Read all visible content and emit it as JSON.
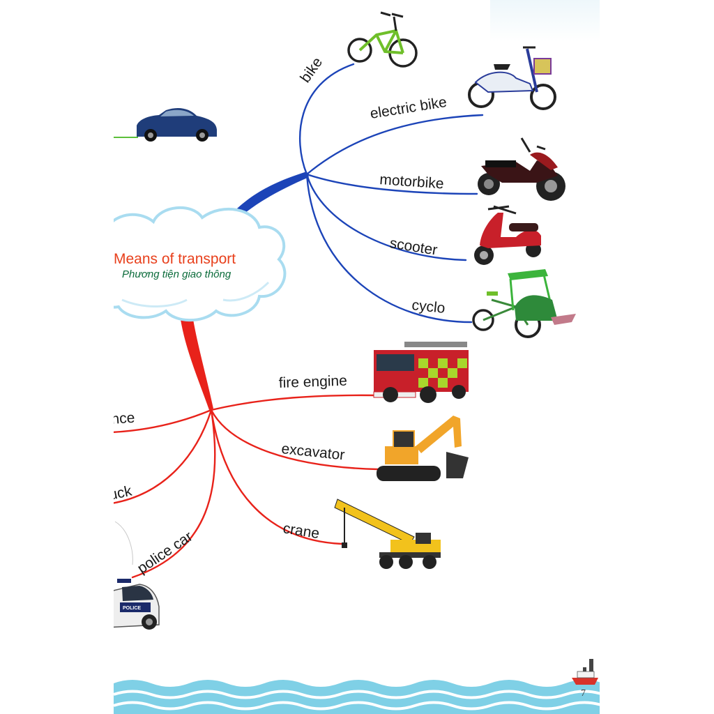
{
  "center": {
    "title": "Means of transport",
    "subtitle": "Phương tiện giao thông"
  },
  "blue_branch": {
    "color": "#1c44b8",
    "items": [
      "bike",
      "electric bike",
      "motorbike",
      "scooter",
      "cyclo"
    ]
  },
  "red_branch": {
    "color": "#e8221a",
    "items": [
      "fire engine",
      "excavator",
      "crane",
      "police car",
      "nce",
      "uck"
    ]
  },
  "vehicle_icons": [
    "sedan-car-icon",
    "bicycle-icon",
    "electric-bike-icon",
    "motorbike-icon",
    "scooter-icon",
    "cyclo-icon",
    "fire-engine-icon",
    "excavator-icon",
    "crane-icon",
    "police-car-icon",
    "ship-icon"
  ],
  "badges": {
    "police": "POLICE"
  },
  "colors": {
    "cloud": "#ffffff",
    "cloud_edge": "#a9dcf0",
    "sea": "#7fd0e6"
  },
  "page_number": "7"
}
